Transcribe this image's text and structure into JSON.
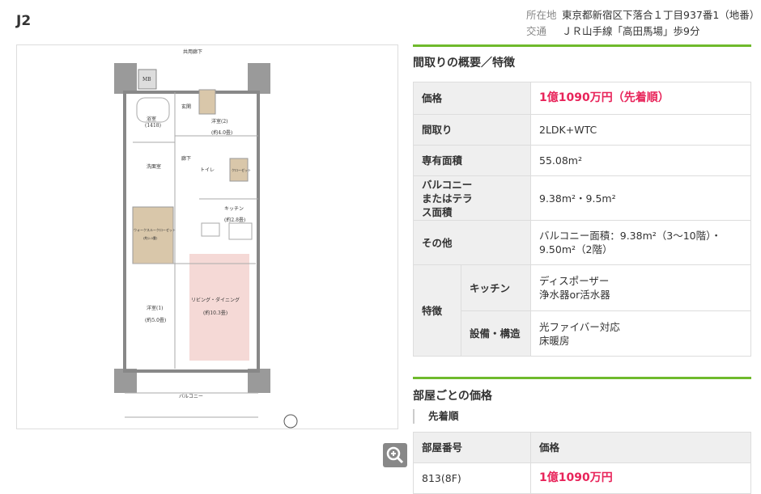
{
  "unit_name": "J2",
  "address": {
    "label": "所在地",
    "value": "東京都新宿区下落合１丁目937番1（地番）"
  },
  "access": {
    "label": "交通",
    "value": "ＪＲ山手線「高田馬場」歩9分"
  },
  "overview": {
    "title": "間取りの概要／特徴",
    "price_label": "価格",
    "price": "1億1090万円（先着順）",
    "layout_label": "間取り",
    "layout": "2LDK+WTC",
    "area_label": "専有面積",
    "area": "55.08m²",
    "balcony_label": "バルコニーまたはテラス面積",
    "balcony": "9.38m²・9.5m²",
    "other_label": "その他",
    "other": "バルコニー面積：9.38m²（3〜10階）・9.50m²（2階）",
    "features_label": "特徴",
    "kitchen_label": "キッチン",
    "kitchen": [
      "ディスポーザー",
      "浄水器or活水器"
    ],
    "equip_label": "設備・構造",
    "equip": [
      "光ファイバー対応",
      "床暖房"
    ]
  },
  "room_prices": {
    "title": "部屋ごとの価格",
    "sale_type": "先着順",
    "headers": [
      "部屋番号",
      "価格"
    ],
    "rows": [
      {
        "room": "813(8F)",
        "price": "1億1090万円"
      }
    ]
  },
  "floorplan": {
    "corridor": "共用廊下",
    "mb": "MB",
    "entrance": "玄関",
    "room2": "洋室(2)",
    "room2_size": "(約4.0畳)",
    "bath": "浴室",
    "bath_size": "(1418)",
    "hall": "廊下",
    "toilet": "トイレ",
    "washroom": "洗面室",
    "kitchen": "キッチン",
    "kitchen_size": "(約2.8畳)",
    "closet": "クローゼット",
    "wtc": "ウォークスルークローゼット",
    "wtc_size": "(約2.0畳)",
    "room1": "洋室(1)",
    "room1_size": "(約5.0畳)",
    "ld": "リビング・ダイニング",
    "ld_size": "(約10.3畳)",
    "balcony": "バルコニー"
  }
}
